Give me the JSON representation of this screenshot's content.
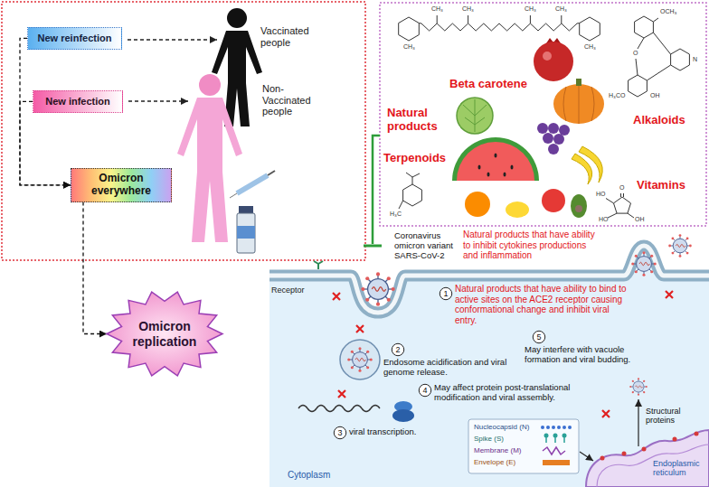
{
  "diagram": {
    "nodes": [
      {
        "text": [
          "New reinfection"
        ]
      },
      {
        "text": [
          "New infection"
        ]
      },
      {
        "text": [
          "Omicron everywhere"
        ]
      },
      {
        "text": [
          "Omicron replication"
        ]
      },
      {
        "text": [
          "1"
        ]
      },
      {
        "text": [
          "2"
        ]
      },
      {
        "text": [
          "3"
        ]
      },
      {
        "text": [
          "4"
        ]
      },
      {
        "text": [
          "5"
        ]
      }
    ],
    "edges": [
      {
        "from": 0,
        "to": 2,
        "arrow": "to"
      },
      {
        "from": 1,
        "to": 2,
        "arrow": "to"
      },
      {
        "from": 2,
        "to": 3,
        "arrow": "to"
      }
    ],
    "labels": [
      "Vaccinated people",
      "Non-Vaccinated people",
      "CH₃",
      "CH₃",
      "CH₃",
      "CH₃",
      "CH₃",
      "CH₃",
      "OCH₃",
      "N",
      "O",
      "H₃CO",
      "OH",
      "Beta carotene",
      "Natural products",
      "Alkaloids",
      "Terpenoids",
      "H₃C",
      "O",
      "HO",
      "HO",
      "OH",
      "Vitamins",
      "Coronavirus omicron variant SARS-CoV-2",
      "Natural products that have ability to inhibit cytokines productions and inflammation",
      "Receptor",
      "Natural products that have ability to bind to active sites on the ACE2 receptor causing conformational change and inhibit viral entry.",
      "Endosome acidification and viral genome release.",
      "viral transcription.",
      "May affect protein post-translational modification and viral assembly.",
      "May interfere with vacuole formation and viral budding.",
      "Structural proteins",
      "Endoplasmic reticulum",
      "Cytoplasm"
    ],
    "legend": [
      {
        "text": "Nucleocapsid (N)"
      },
      {
        "text": "Spike (S)"
      },
      {
        "text": "Membrane (M)"
      },
      {
        "text": "Envelope (E)"
      }
    ]
  }
}
